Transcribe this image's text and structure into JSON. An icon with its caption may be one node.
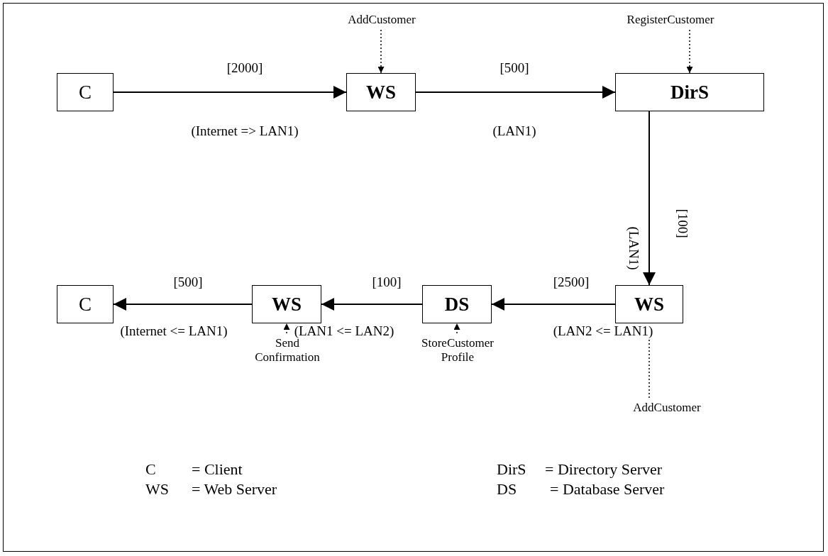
{
  "diagram": {
    "nodes": [
      {
        "text": [
          "AddCustomer"
        ]
      },
      {
        "text": [
          "RegisterCustomer"
        ]
      },
      {
        "text": [
          "C"
        ]
      },
      {
        "text": [
          "WS"
        ]
      },
      {
        "text": [
          "DirS"
        ]
      },
      {
        "text": [
          "C"
        ]
      },
      {
        "text": [
          "WS"
        ]
      },
      {
        "text": [
          "DS"
        ]
      },
      {
        "text": [
          "WS"
        ]
      },
      {
        "text": [
          "Send Confirmation"
        ]
      },
      {
        "text": [
          "StoreCustomer Profile"
        ]
      },
      {
        "text": [
          "AddCustomer"
        ]
      }
    ],
    "edges": [
      {
        "from": 0,
        "to": 3,
        "arrow": "to",
        "style": "dashed"
      },
      {
        "from": 1,
        "to": 4,
        "arrow": "to",
        "style": "dashed"
      },
      {
        "from": 2,
        "to": 3,
        "arrow": "to",
        "label": "[2000]"
      },
      {
        "from": 3,
        "to": 4,
        "arrow": "to",
        "label": "[500]"
      },
      {
        "from": 4,
        "to": 8,
        "arrow": "to",
        "label": "[100]"
      },
      {
        "from": 8,
        "to": 7,
        "arrow": "to",
        "label": "[2500]"
      },
      {
        "from": 7,
        "to": 6,
        "arrow": "to",
        "label": "[100]"
      },
      {
        "from": 6,
        "to": 5,
        "arrow": "to",
        "label": "[500]"
      },
      {
        "from": 9,
        "to": 6,
        "arrow": "to",
        "style": "dashed"
      },
      {
        "from": 10,
        "to": 7,
        "arrow": "to",
        "style": "dashed"
      },
      {
        "from": 11,
        "to": 8,
        "arrow": "to",
        "style": "dashed"
      }
    ],
    "labels": [
      "(Internet => LAN1)",
      "(LAN1)",
      "(LAN1)",
      "(Internet <= LAN1)",
      "(LAN1 <= LAN2)",
      "(LAN2 <= LAN1)",
      "C",
      "= Client",
      "WS",
      "= Web Server",
      "DirS",
      "= Directory Server",
      "DS",
      "= Database Server"
    ]
  }
}
